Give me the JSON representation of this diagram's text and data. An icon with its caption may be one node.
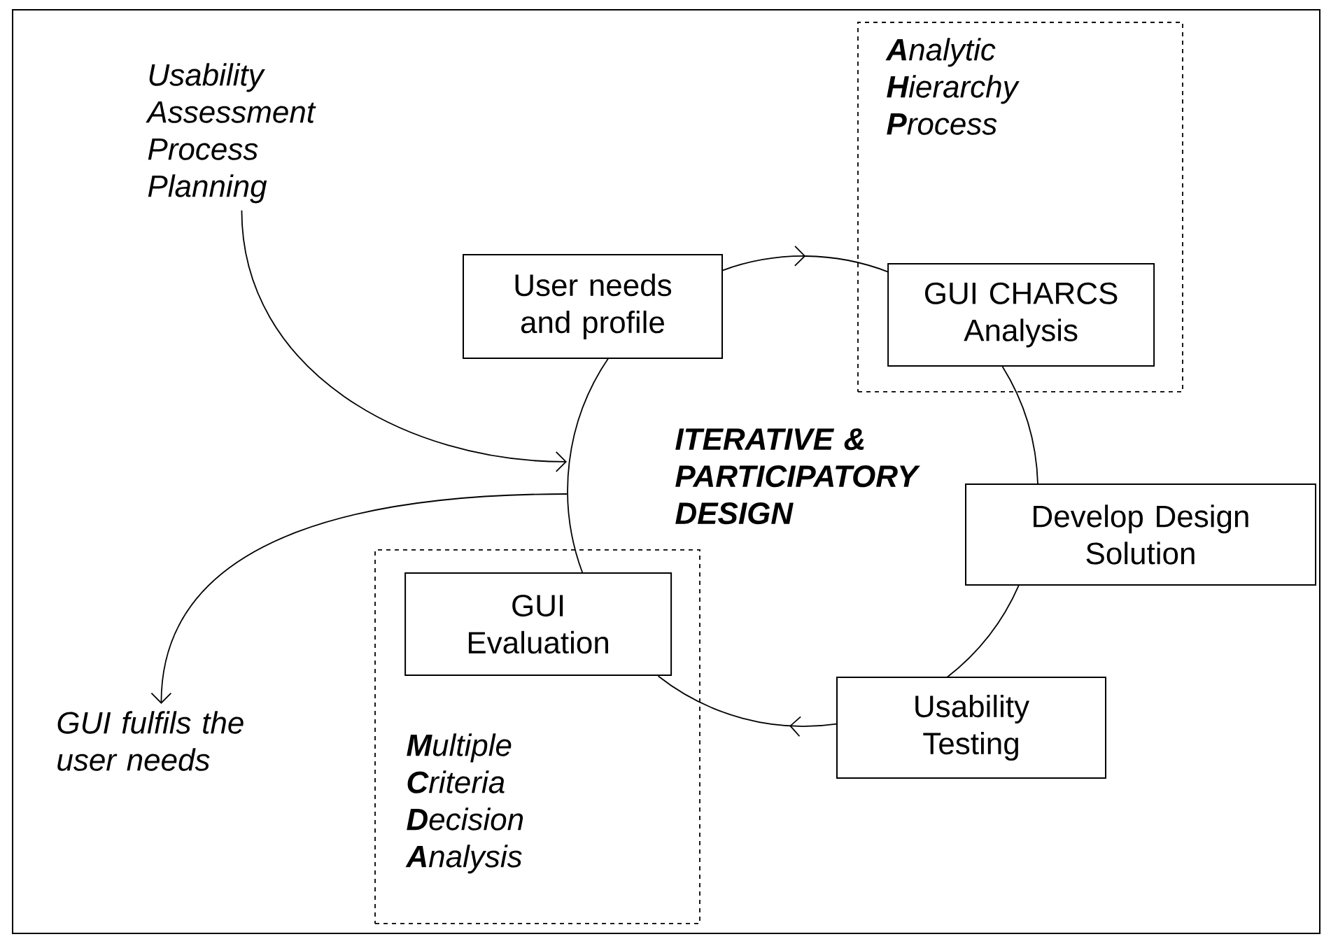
{
  "diagram": {
    "nodes": [
      {
        "text": [
          "Usability Assessment Process Planning"
        ]
      },
      {
        "text": [
          "User needs and profile"
        ]
      },
      {
        "text": [
          "**A**nalytic **H**ierarchy **P**rocess"
        ]
      },
      {
        "text": [
          "GUI CHARCS Analysis"
        ],
        "in": 2
      },
      {
        "text": [
          "Develop Design Solution"
        ]
      },
      {
        "text": [
          "Usability Testing"
        ]
      },
      {
        "text": [
          "**M**ultiple **C**riteria **D**ecision **A**nalysis"
        ]
      },
      {
        "text": [
          "GUI Evaluation"
        ],
        "in": 6
      },
      {
        "text": [
          "GUI fulfils the user needs"
        ]
      }
    ],
    "edges": [
      {
        "from": 0,
        "to": null,
        "arrow": "to"
      },
      {
        "from": null,
        "to": 8,
        "arrow": "to"
      },
      {
        "from": 1,
        "to": 3,
        "arrow": "to"
      },
      {
        "from": 3,
        "to": 4,
        "arrow": "none"
      },
      {
        "from": 4,
        "to": 5,
        "arrow": "none"
      },
      {
        "from": 5,
        "to": 7,
        "arrow": "to"
      },
      {
        "from": 7,
        "to": 1,
        "arrow": "none"
      }
    ],
    "labels": [
      "ITERATIVE & PARTICIPATORY DESIGN"
    ]
  }
}
